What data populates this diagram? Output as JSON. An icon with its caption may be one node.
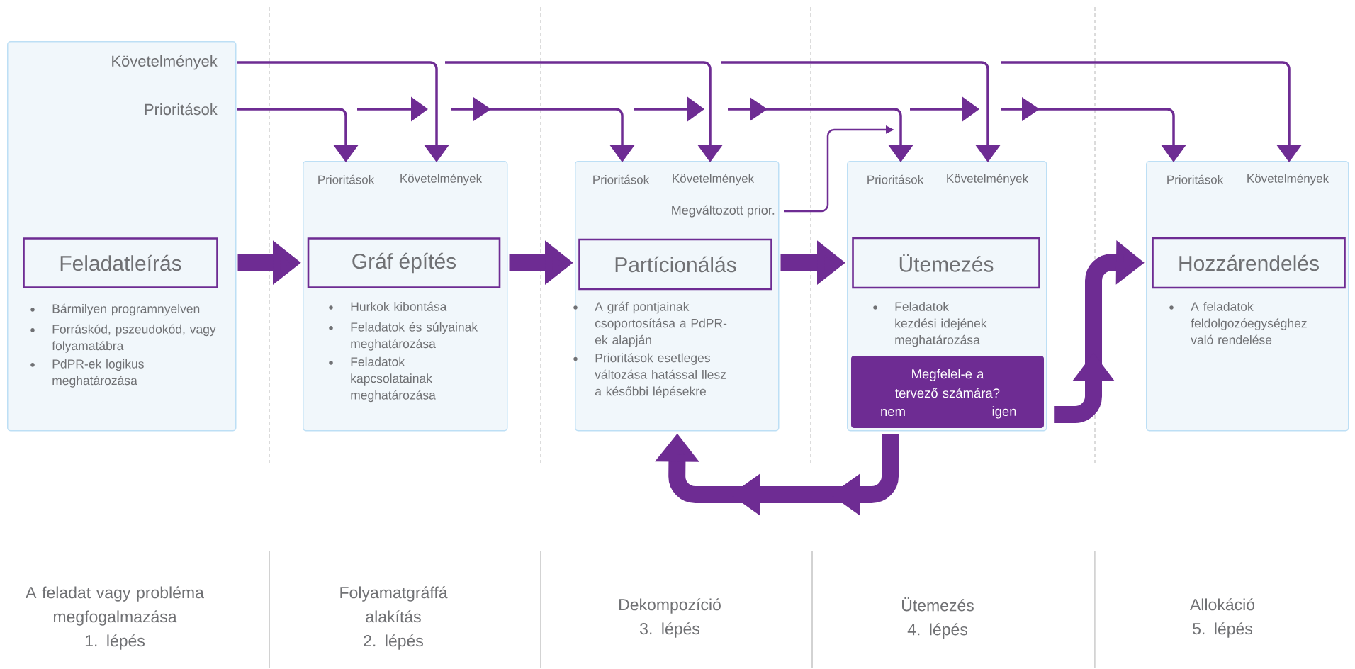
{
  "diagram": {
    "nodes": [
      {
        "text": [
          "Bármilyen programnyelven",
          "Forráskód, pszeudokód, vagy folyamatábra",
          "PdPR-ek logikus meghatározása"
        ]
      },
      {
        "text": [
          "Követelmények"
        ],
        "in": 0
      },
      {
        "text": [
          "Prioritások"
        ],
        "in": 0
      },
      {
        "text": [
          "Feladatleírás"
        ],
        "in": 0
      },
      {
        "text": [
          "Hurkok kibontása",
          "Feladatok és súlyainak meghatározása",
          "Feladatok kapcsolatainak meghatározása"
        ]
      },
      {
        "text": [
          "Prioritások"
        ],
        "in": 4
      },
      {
        "text": [
          "Követelmények"
        ],
        "in": 4
      },
      {
        "text": [
          "Gráf építés"
        ],
        "in": 4
      },
      {
        "text": [
          "A gráf pontjainak csoportosítása a PdPR-ek alapján",
          "Prioritások esetleges változása hatással llesz a későbbi lépésekre"
        ]
      },
      {
        "text": [
          "Prioritások"
        ],
        "in": 8
      },
      {
        "text": [
          "Követelmények"
        ],
        "in": 8
      },
      {
        "text": [
          "Megváltozott prior."
        ],
        "in": 8
      },
      {
        "text": [
          "Partícionálás"
        ],
        "in": 8
      },
      {
        "text": [
          "Feladatok kezdési idejének meghatározása"
        ]
      },
      {
        "text": [
          "Prioritások"
        ],
        "in": 13
      },
      {
        "text": [
          "Követelmények"
        ],
        "in": 13
      },
      {
        "text": [
          "Ütemezés"
        ],
        "in": 13
      },
      {
        "text": [
          "Megfelel-e a tervező számára?",
          "nem",
          "igen"
        ],
        "in": 13
      },
      {
        "text": [
          "A feladatok feldolgozóegységhez való rendelése"
        ]
      },
      {
        "text": [
          "Prioritások"
        ],
        "in": 18
      },
      {
        "text": [
          "Követelmények"
        ],
        "in": 18
      },
      {
        "text": [
          "Hozzárendelés"
        ],
        "in": 18
      }
    ],
    "edges": [
      {
        "from": 1,
        "to": 6,
        "arrow": "to"
      },
      {
        "from": null,
        "to": 10,
        "arrow": "to"
      },
      {
        "from": null,
        "to": 15,
        "arrow": "to"
      },
      {
        "from": null,
        "to": 20,
        "arrow": "to"
      },
      {
        "from": 2,
        "to": 5,
        "arrow": "to"
      },
      {
        "from": null,
        "to": 9,
        "arrow": "to"
      },
      {
        "from": null,
        "to": 14,
        "arrow": "to"
      },
      {
        "from": null,
        "to": 19,
        "arrow": "to"
      },
      {
        "from": 11,
        "to": null,
        "arrow": "to"
      },
      {
        "from": 0,
        "to": 4,
        "arrow": "to",
        "style": "thick"
      },
      {
        "from": 4,
        "to": 8,
        "arrow": "to",
        "style": "thick"
      },
      {
        "from": 8,
        "to": 13,
        "arrow": "to",
        "style": "thick"
      },
      {
        "from": 17,
        "to": 18,
        "arrow": "to",
        "style": "thick"
      },
      {
        "from": 17,
        "to": 8,
        "arrow": "to",
        "style": "thick"
      }
    ],
    "labels": [
      "A feladat vagy probléma megfogalmazása",
      "1. lépés",
      "Folyamatgráffá alakítás",
      "2. lépés",
      "Dekompozíció",
      "3. lépés",
      "Ütemezés",
      "4. lépés",
      "Allokáció",
      "5. lépés"
    ]
  }
}
